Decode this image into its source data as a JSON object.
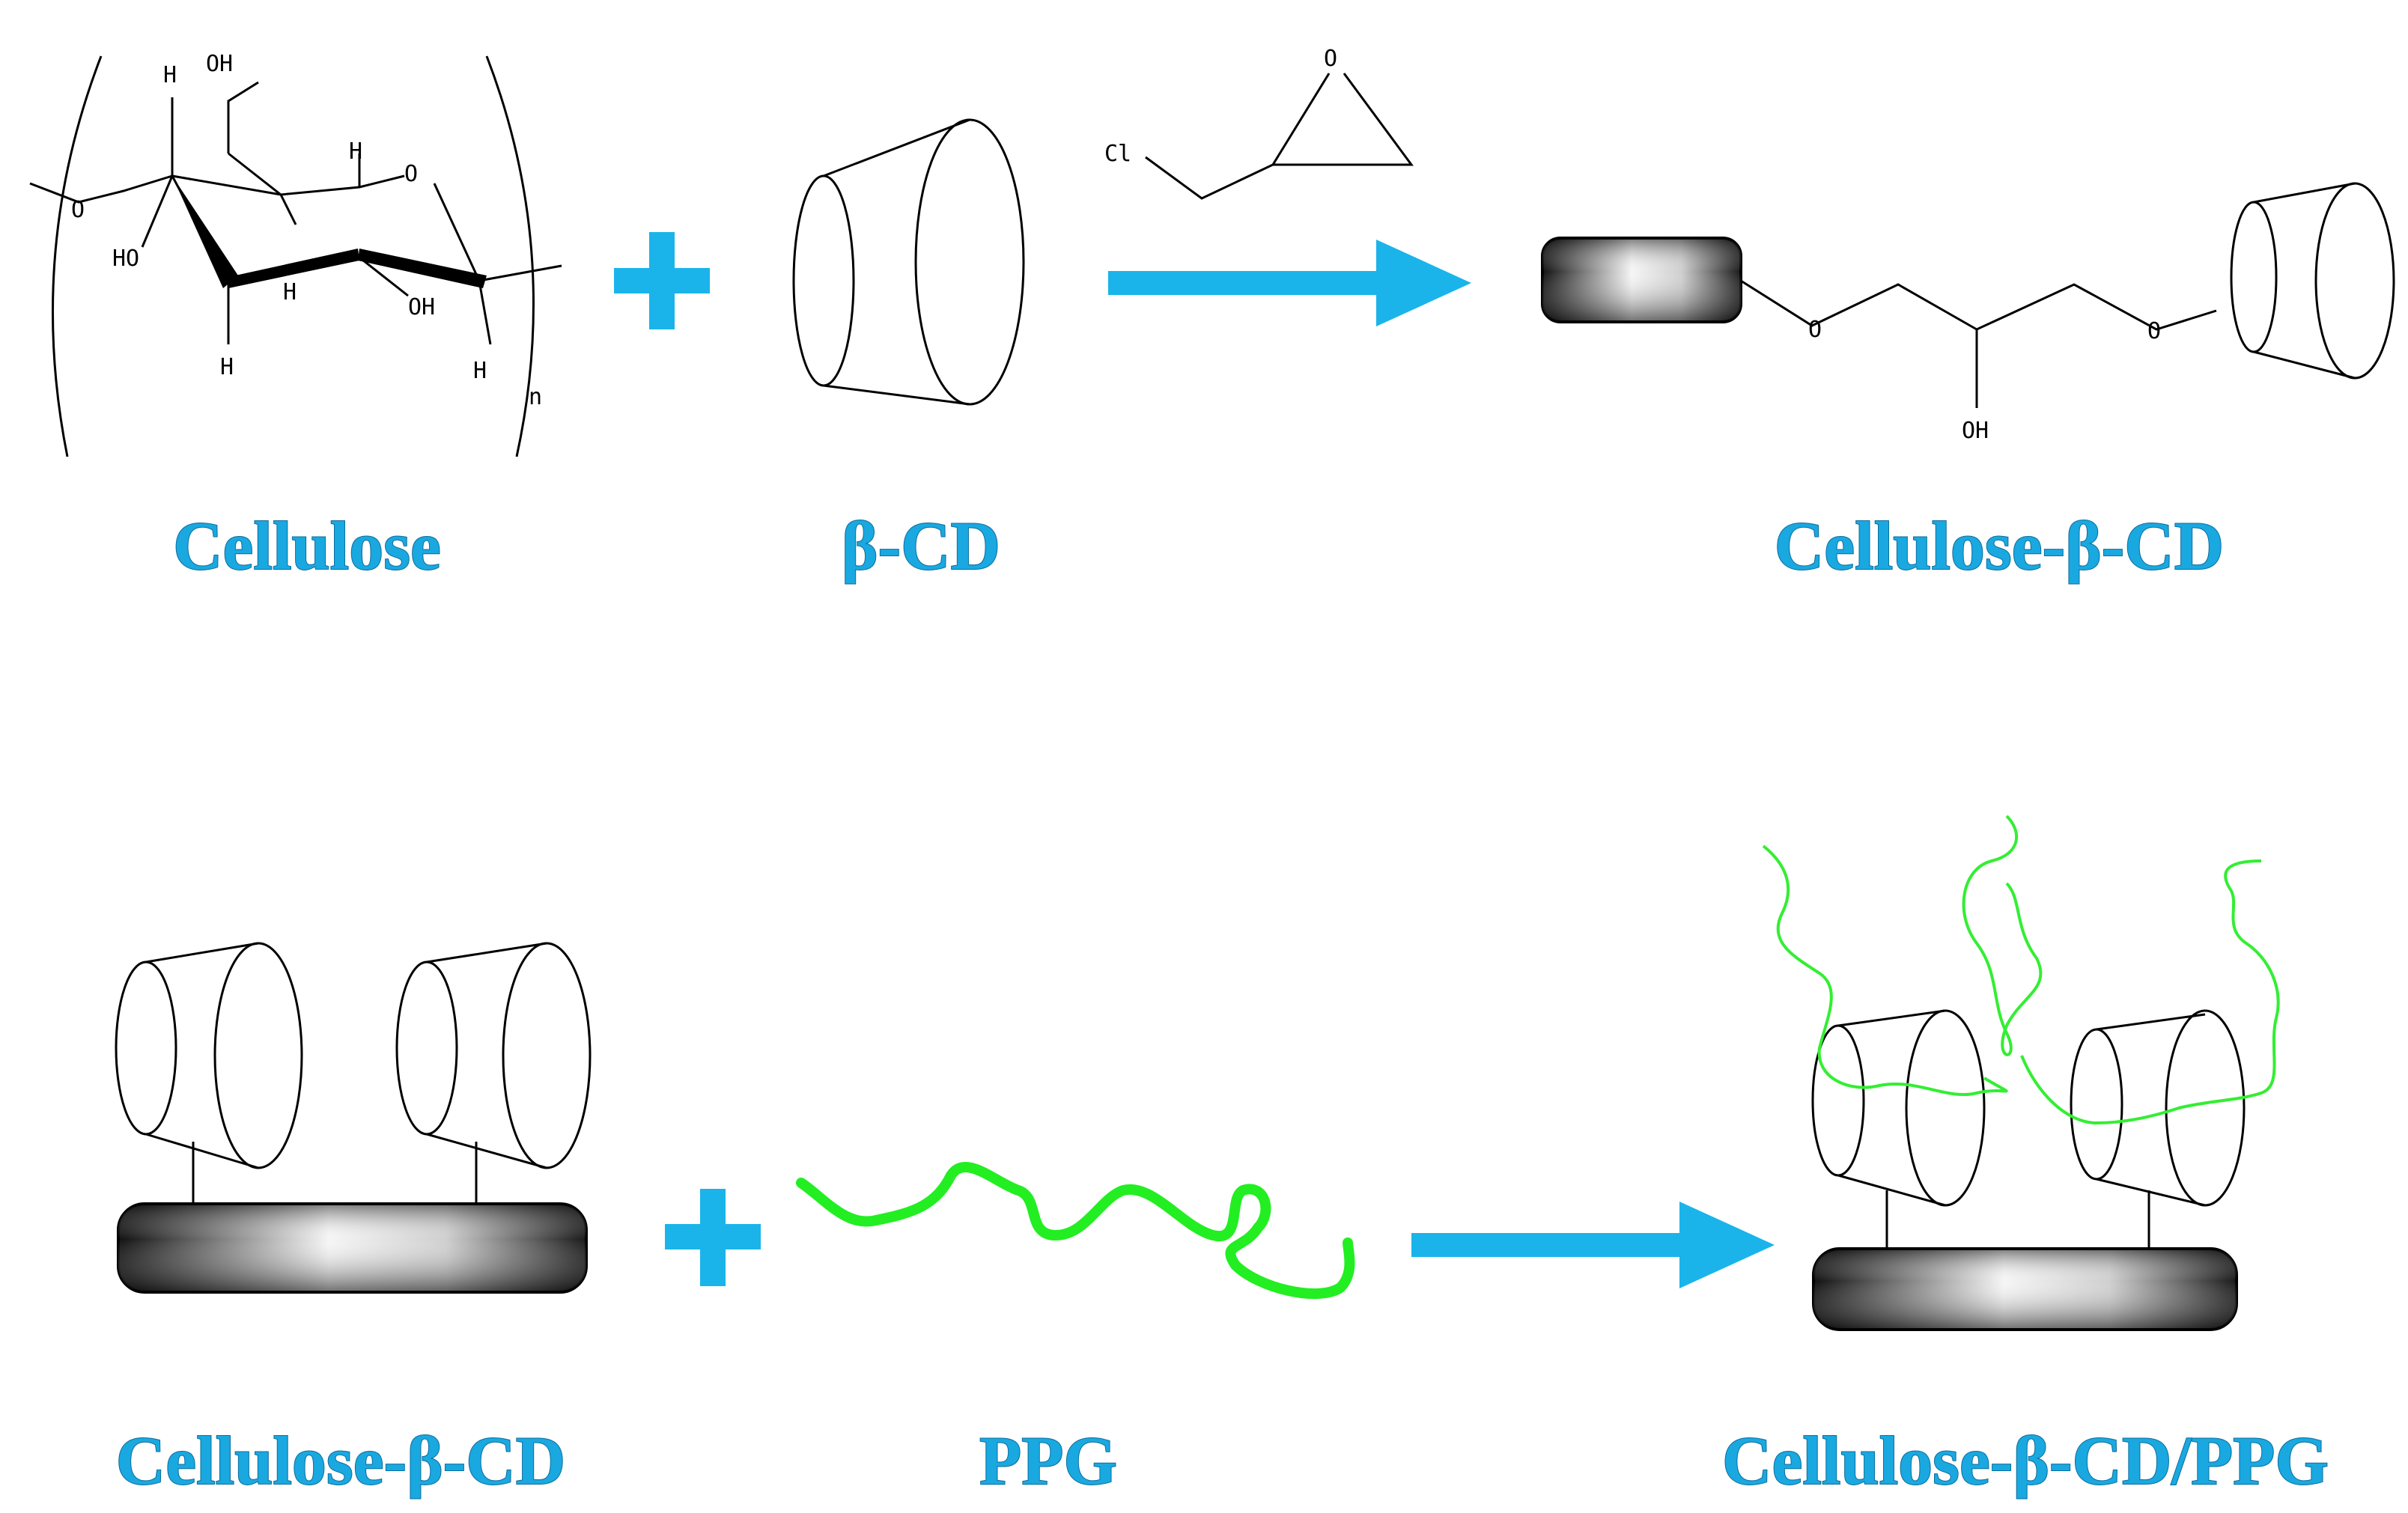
{
  "colors": {
    "label_fill": "#1aa8e0",
    "arrow": "#1ab4ea",
    "plus": "#1ab4ea",
    "polymer": "#22ee22",
    "outline": "#000000"
  },
  "labels": {
    "cellulose": "Cellulose",
    "beta_cd": "β-CD",
    "cellulose_beta_cd_top": "Cellulose-β-CD",
    "cellulose_beta_cd_bottom": "Cellulose-β-CD",
    "ppg": "PPG",
    "cellulose_beta_cd_ppg": "Cellulose-β-CD/PPG"
  },
  "atoms": {
    "oh": "OH",
    "h": "H",
    "o": "O",
    "ho": "HO",
    "n": "n",
    "cl": "Cl"
  },
  "icons": {
    "plus": "plus-icon",
    "arrow": "right-arrow-icon",
    "cone": "cyclodextrin-cone-icon",
    "backbone": "cellulose-backbone-bar-icon"
  }
}
